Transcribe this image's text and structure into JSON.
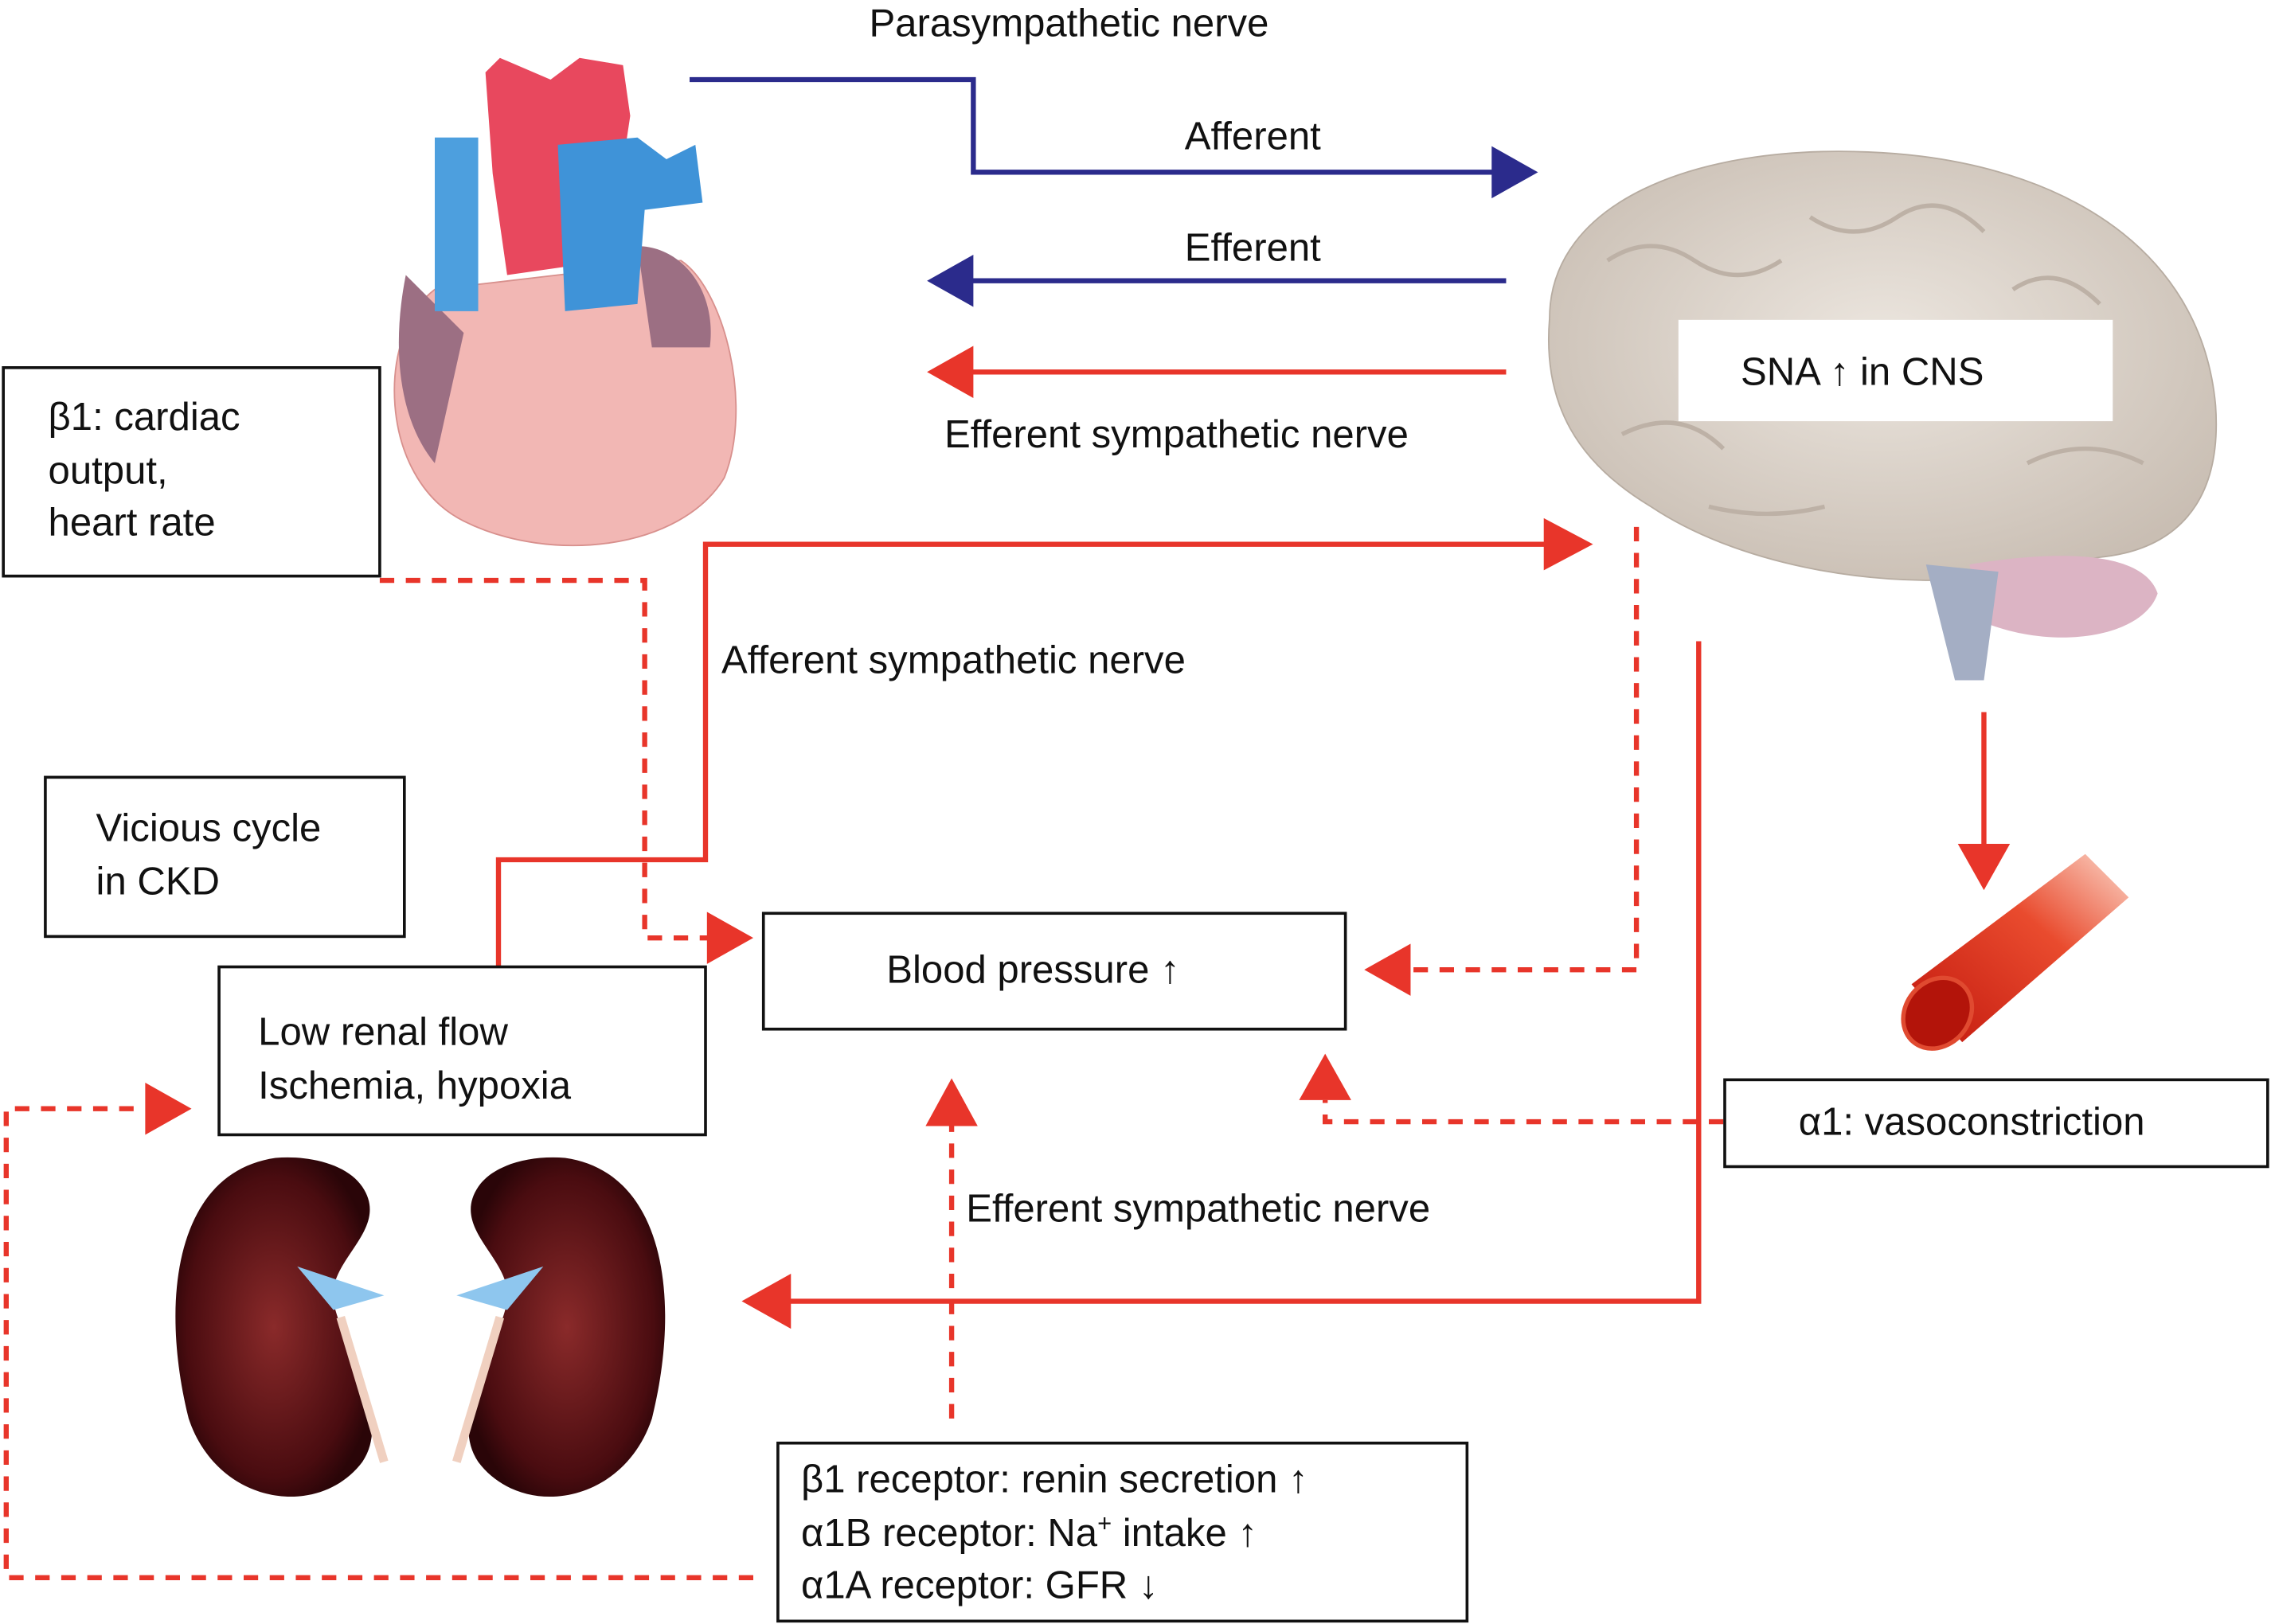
{
  "labels": {
    "parasympathetic": "Parasympathetic nerve",
    "afferent": "Afferent",
    "efferent": "Efferent",
    "efferent_sympathetic_top": "Efferent sympathetic nerve",
    "afferent_sympathetic": "Afferent sympathetic nerve",
    "efferent_sympathetic_bottom": "Efferent sympathetic nerve"
  },
  "boxes": {
    "beta1_cardiac": [
      "β1: cardiac",
      "output,",
      "heart rate"
    ],
    "sna_cns": "SNA ↑ in CNS",
    "vicious_cycle": [
      "Vicious cycle",
      "in CKD"
    ],
    "low_renal_flow": [
      "Low renal flow",
      "Ischemia, hypoxia"
    ],
    "blood_pressure": "Blood pressure ↑",
    "alpha1_vaso": "α1: vasoconstriction",
    "receptors": {
      "line1": "β1 receptor: renin secretion ↑",
      "line2_pre": "α1B receptor: Na",
      "line2_sup": "+",
      "line2_post": " intake ↑",
      "line3": "α1A receptor: GFR ↓"
    }
  },
  "colors": {
    "sympathetic": "#e8352a",
    "parasympathetic": "#2b2b8c"
  },
  "illustrations": [
    "heart",
    "brain",
    "kidneys",
    "blood-vessel"
  ]
}
